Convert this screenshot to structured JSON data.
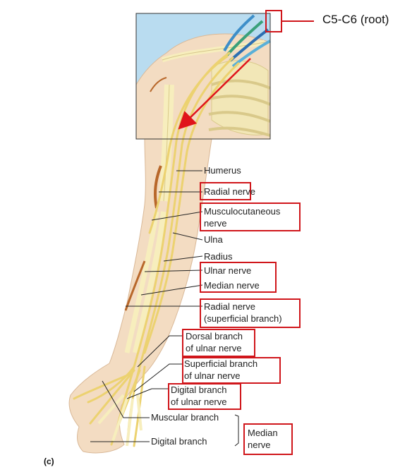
{
  "figure": {
    "panel_label": "(c)",
    "root_label": "C5-C6 (root)",
    "labels": {
      "humerus": "Humerus",
      "radial_nerve": "Radial nerve",
      "musculocutaneous_1": "Musculocutaneous",
      "musculocutaneous_2": "nerve",
      "ulna": "Ulna",
      "radius": "Radius",
      "ulnar_nerve": "Ulnar nerve",
      "median_nerve": "Median nerve",
      "radial_superficial_1": "Radial nerve",
      "radial_superficial_2": "(superficial branch)",
      "dorsal_branch_1": "Dorsal branch",
      "dorsal_branch_2": "of ulnar nerve",
      "superficial_branch_1": "Superficial branch",
      "superficial_branch_2": "of ulnar nerve",
      "digital_branch_ulnar_1": "Digital branch",
      "digital_branch_ulnar_2": "of ulnar nerve",
      "muscular_branch": "Muscular branch",
      "digital_branch": "Digital branch",
      "median_group_1": "Median",
      "median_group_2": "nerve"
    },
    "colors": {
      "highlight_box": "#d0161b",
      "arrow": "#e0141b",
      "inset_background": "#b9dcf0",
      "skin": "#f3dcc2",
      "bone": "#f7eebd",
      "nerve": "#ecd270",
      "muscle_vessel": "#b8672a"
    }
  }
}
